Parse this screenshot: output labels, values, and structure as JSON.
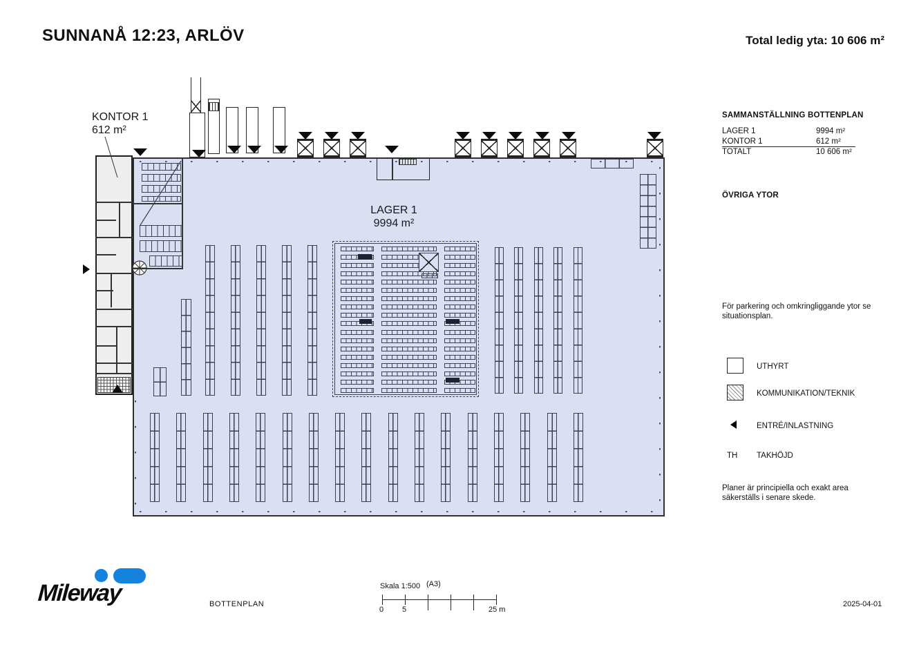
{
  "header": {
    "title": "SUNNANÅ 12:23, ARLÖV",
    "total": "Total ledig yta: 10 606 m²"
  },
  "summary": {
    "title": "SAMMANSTÄLLNING BOTTENPLAN",
    "rows": [
      {
        "label": "LAGER 1",
        "value": "9994 m²"
      },
      {
        "label": "KONTOR 1",
        "value": "612 m²"
      },
      {
        "label": "TOTALT",
        "value": "10 606 m²"
      }
    ],
    "other_title": "ÖVRIGA YTOR"
  },
  "notes": {
    "parking": "För parkering och omkringliggande ytor se situationsplan.",
    "disclaimer": "Planer är principiella och exakt area säkerställs i senare skede."
  },
  "legend": {
    "items": [
      {
        "label": "UTHYRT"
      },
      {
        "label": "KOMMUNIKATION/TEKNIK"
      },
      {
        "label": "ENTRÉ/INLASTNING"
      },
      {
        "symbol": "TH",
        "label": "TAKHÖJD"
      }
    ]
  },
  "plan": {
    "kontor": {
      "name": "KONTOR 1",
      "area": "612 m²"
    },
    "lager": {
      "name": "LAGER 1",
      "area": "9994 m²"
    }
  },
  "footer": {
    "brand": "Mileway",
    "drawing": "BOTTENPLAN",
    "scale": {
      "label": "Skala 1:500",
      "sheet": "(A3)",
      "tick0": "0",
      "tick5": "5",
      "tick25": "25 m"
    },
    "date": "2025-04-01"
  },
  "colors": {
    "warehouse_fill": "#d9e0f1",
    "office_fill": "#eeeeec",
    "rack_line": "#39404f",
    "brand_blue": "#1583de"
  }
}
